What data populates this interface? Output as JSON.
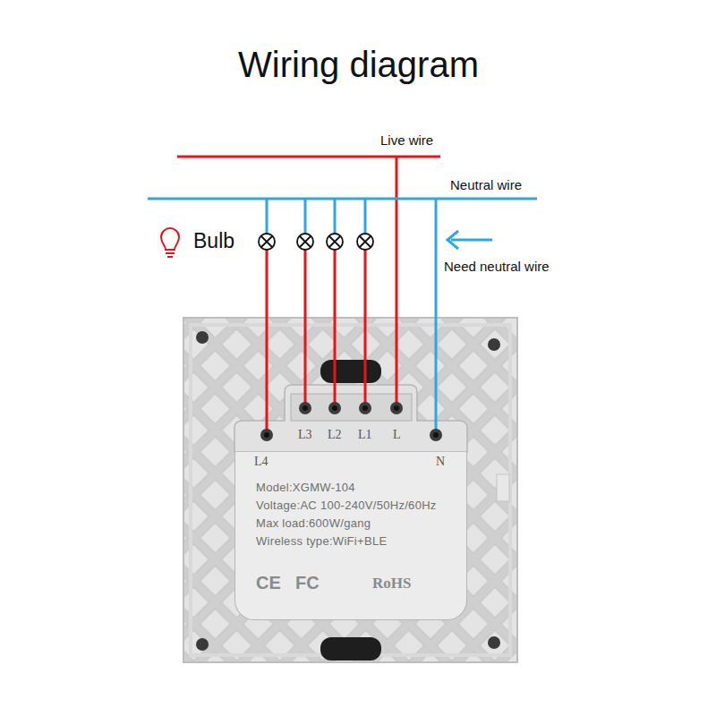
{
  "diagram": {
    "title": "Wiring diagram",
    "nodes": [
      {
        "text": [
          "Model:XGMW-104",
          "Voltage:AC 100-240V/50Hz/60Hz",
          "Max load:600W/gang",
          "Wireless type:WiFi+BLE"
        ]
      }
    ],
    "labels": [
      "Live wire",
      "Neutral wire",
      "Bulb",
      "Need neutral wire",
      "L4",
      "L3",
      "L2",
      "L1",
      "L",
      "N",
      "CE",
      "FC",
      "RoHS"
    ]
  }
}
